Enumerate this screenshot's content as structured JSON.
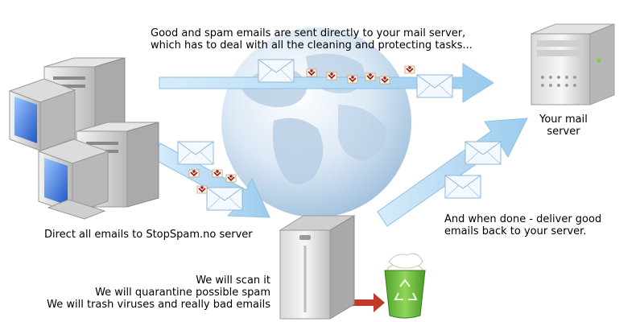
{
  "captions": {
    "top": [
      "Good and spam emails are sent directly to your mail server,",
      "which has to deal with all the cleaning and protecting tasks..."
    ],
    "mail_server": [
      "Your mail",
      "server"
    ],
    "direct": "Direct all emails to StopSpam.no server",
    "deliver": [
      "And when done - deliver good",
      "emails back to your server."
    ],
    "scan": [
      "We will scan it",
      "We will quarantine possible spam",
      "We will trash viruses and really bad emails"
    ]
  },
  "colors": {
    "arrow": "#aed6f1",
    "arrow_stroke": "#8cc2e6",
    "globe": "#c9dff2",
    "red_arrow": "#c0392b",
    "bin": "#6dbf3e",
    "server": "#e3e3e3"
  }
}
